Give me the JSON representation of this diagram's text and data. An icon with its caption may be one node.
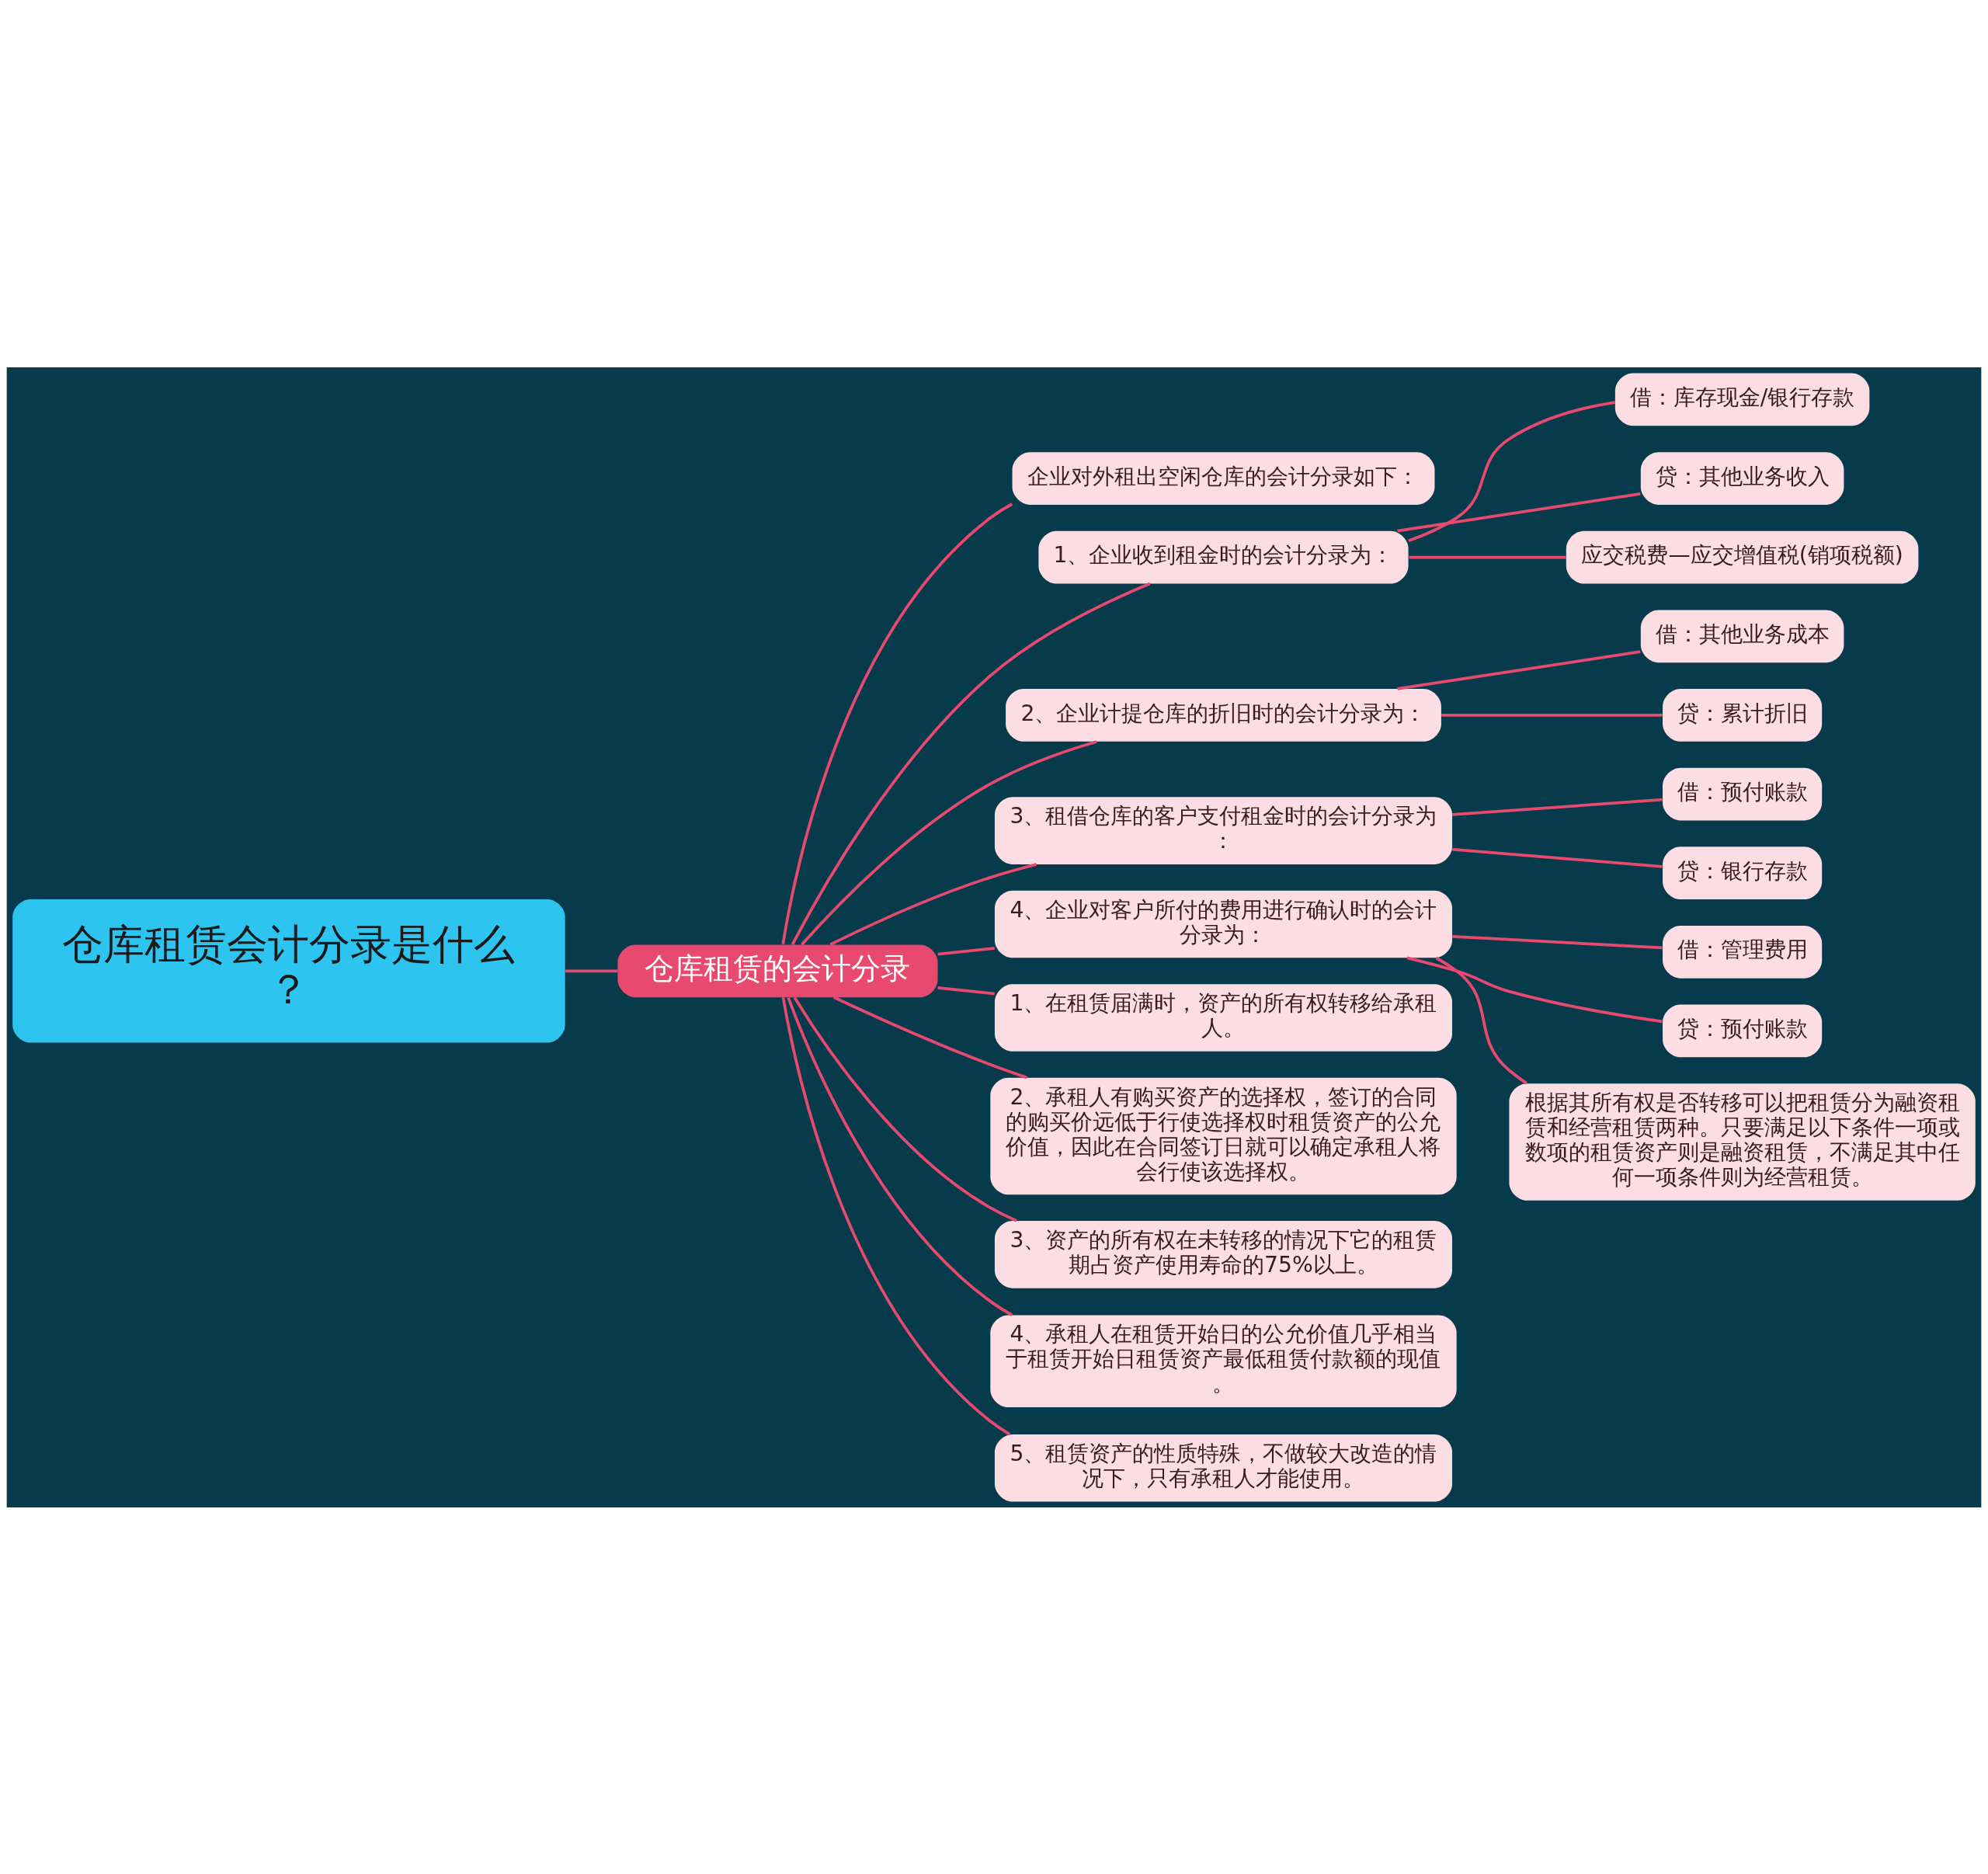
{
  "diagram": {
    "nodes": [
      {
        "text": [
          "仓库租赁会计分录是什么？"
        ]
      },
      {
        "text": [
          "仓库租赁的会计分录"
        ]
      },
      {
        "text": [
          "企业对外租出空闲仓库的会计分录如下："
        ]
      },
      {
        "text": [
          "1、企业收到租金时的会计分录为："
        ]
      },
      {
        "text": [
          "借：库存现金/银行存款"
        ]
      },
      {
        "text": [
          "贷：其他业务收入"
        ]
      },
      {
        "text": [
          "应交税费—应交增值税(销项税额)"
        ]
      },
      {
        "text": [
          "2、企业计提仓库的折旧时的会计分录为："
        ]
      },
      {
        "text": [
          "借：其他业务成本"
        ]
      },
      {
        "text": [
          "贷：累计折旧"
        ]
      },
      {
        "text": [
          "3、租借仓库的客户支付租金时的会计分录为："
        ]
      },
      {
        "text": [
          "借：预付账款"
        ]
      },
      {
        "text": [
          "贷：银行存款"
        ]
      },
      {
        "text": [
          "4、企业对客户所付的费用进行确认时的会计分录为："
        ]
      },
      {
        "text": [
          "借：管理费用"
        ]
      },
      {
        "text": [
          "贷：预付账款"
        ]
      },
      {
        "text": [
          "根据其所有权是否转移可以把租赁分为融资租赁和经营租赁两种。只要满足以下条件一项或数项的租赁资产则是融资租赁，不满足其中任何一项条件则为经营租赁。"
        ]
      },
      {
        "text": [
          "1、在租赁届满时，资产的所有权转移给承租人。"
        ]
      },
      {
        "text": [
          "2、承租人有购买资产的选择权，签订的合同的购买价远低于行使选择权时租赁资产的公允价值，因此在合同签订日就可以确定承租人将会行使该选择权。"
        ]
      },
      {
        "text": [
          "3、资产的所有权在未转移的情况下它的租赁期占资产使用寿命的75%以上。"
        ]
      },
      {
        "text": [
          "4、承租人在租赁开始日的公允价值几乎相当于租赁开始日租赁资产最低租赁付款额的现值。"
        ]
      },
      {
        "text": [
          "5、租赁资产的性质特殊，不做较大改造的情况下，只有承租人才能使用。"
        ]
      }
    ],
    "edges": [
      {
        "from": 0,
        "to": 1,
        "arrow": "none"
      },
      {
        "from": 1,
        "to": 2,
        "arrow": "none"
      },
      {
        "from": 1,
        "to": 3,
        "arrow": "none"
      },
      {
        "from": 3,
        "to": 4,
        "arrow": "none"
      },
      {
        "from": 3,
        "to": 5,
        "arrow": "none"
      },
      {
        "from": 3,
        "to": 6,
        "arrow": "none"
      },
      {
        "from": 1,
        "to": 7,
        "arrow": "none"
      },
      {
        "from": 7,
        "to": 8,
        "arrow": "none"
      },
      {
        "from": 7,
        "to": 9,
        "arrow": "none"
      },
      {
        "from": 1,
        "to": 10,
        "arrow": "none"
      },
      {
        "from": 10,
        "to": 11,
        "arrow": "none"
      },
      {
        "from": 10,
        "to": 12,
        "arrow": "none"
      },
      {
        "from": 1,
        "to": 13,
        "arrow": "none"
      },
      {
        "from": 13,
        "to": 14,
        "arrow": "none"
      },
      {
        "from": 13,
        "to": 15,
        "arrow": "none"
      },
      {
        "from": 13,
        "to": 16,
        "arrow": "none"
      },
      {
        "from": 1,
        "to": 17,
        "arrow": "none"
      },
      {
        "from": 1,
        "to": 18,
        "arrow": "none"
      },
      {
        "from": 1,
        "to": 19,
        "arrow": "none"
      },
      {
        "from": 1,
        "to": 20,
        "arrow": "none"
      },
      {
        "from": 1,
        "to": 21,
        "arrow": "none"
      }
    ]
  }
}
